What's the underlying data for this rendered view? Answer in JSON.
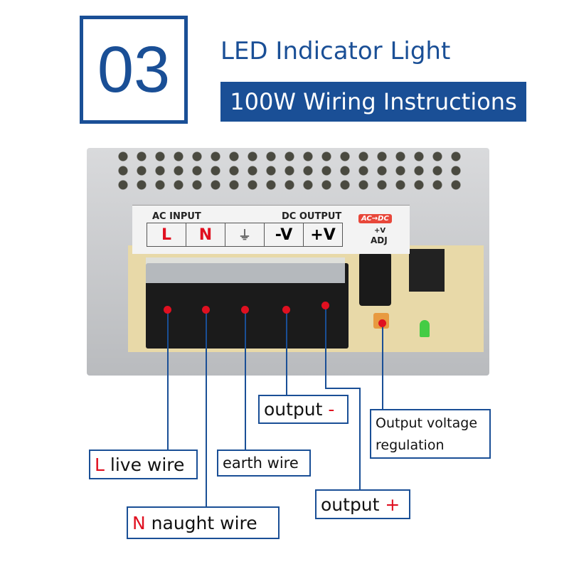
{
  "header": {
    "step_number": "03",
    "title": "LED Indicator Light",
    "subtitle": "100W Wiring Instructions"
  },
  "device_label": {
    "ac_input": "AC INPUT",
    "dc_output": "DC OUTPUT",
    "ac_dc": "AC→DC",
    "terminals": [
      "L",
      "N",
      "⏚",
      "-V",
      "+V"
    ],
    "adj_top": "+V",
    "adj_bottom": "ADJ"
  },
  "callouts": {
    "live": {
      "letter": "L",
      "text": " live wire"
    },
    "naught": {
      "letter": "N",
      "text": " naught wire"
    },
    "earth": {
      "text": "earth wire"
    },
    "output_minus": {
      "text": "output ",
      "sign": "-"
    },
    "output_plus": {
      "text": "output ",
      "sign": "+"
    },
    "regulation": {
      "line1": "Output voltage",
      "line2": "regulation"
    }
  },
  "colors": {
    "brand_blue": "#1a4f96",
    "accent_red": "#e01020"
  }
}
